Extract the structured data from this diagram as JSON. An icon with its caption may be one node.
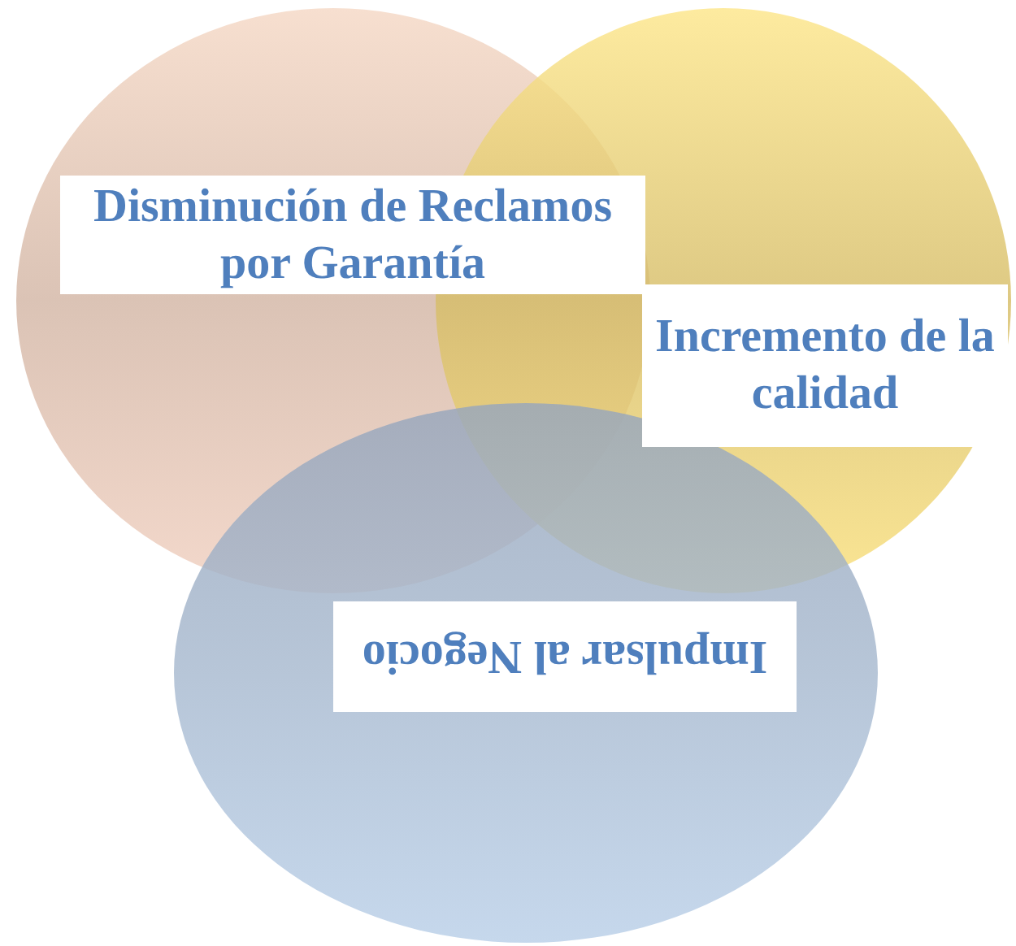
{
  "diagram": {
    "nodes": [
      {
        "text": [
          "Disminución de Reclamos por Garantía"
        ]
      },
      {
        "text": [
          "Incremento de la calidad"
        ]
      },
      {
        "text": [
          "Impulsar al Negocio"
        ]
      }
    ]
  }
}
